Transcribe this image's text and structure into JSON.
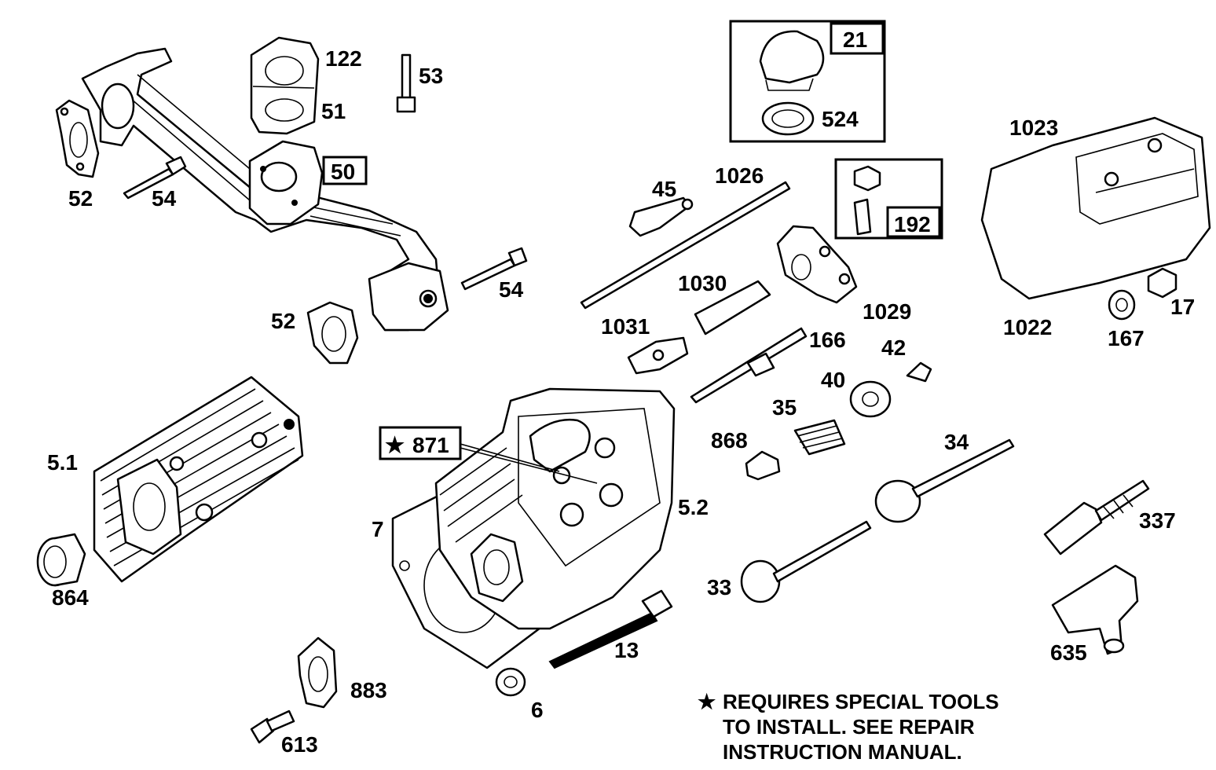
{
  "labels": {
    "p21": "21",
    "p524": "524",
    "p122": "122",
    "p53": "53",
    "p51": "51",
    "p50": "50",
    "p52a": "52",
    "p54a": "54",
    "p54b": "54",
    "p52b": "52",
    "p1023": "1023",
    "p45": "45",
    "p1026": "1026",
    "p192": "192",
    "p1030": "1030",
    "p1029": "1029",
    "p1022": "1022",
    "p17": "17",
    "p167": "167",
    "p1031": "1031",
    "p166": "166",
    "p42": "42",
    "p40": "40",
    "p35": "35",
    "p868": "868",
    "p34": "34",
    "p871": "871",
    "p51_1": "5.1",
    "p52_2": "5.2",
    "p7": "7",
    "p337": "337",
    "p864": "864",
    "p33": "33",
    "p13": "13",
    "p635": "635",
    "p883": "883",
    "p6": "6",
    "p613": "613"
  },
  "note": {
    "star": "★",
    "line1": "REQUIRES SPECIAL TOOLS",
    "line2": "TO INSTALL.  SEE REPAIR",
    "line3": "INSTRUCTION MANUAL."
  },
  "star_label": "★"
}
